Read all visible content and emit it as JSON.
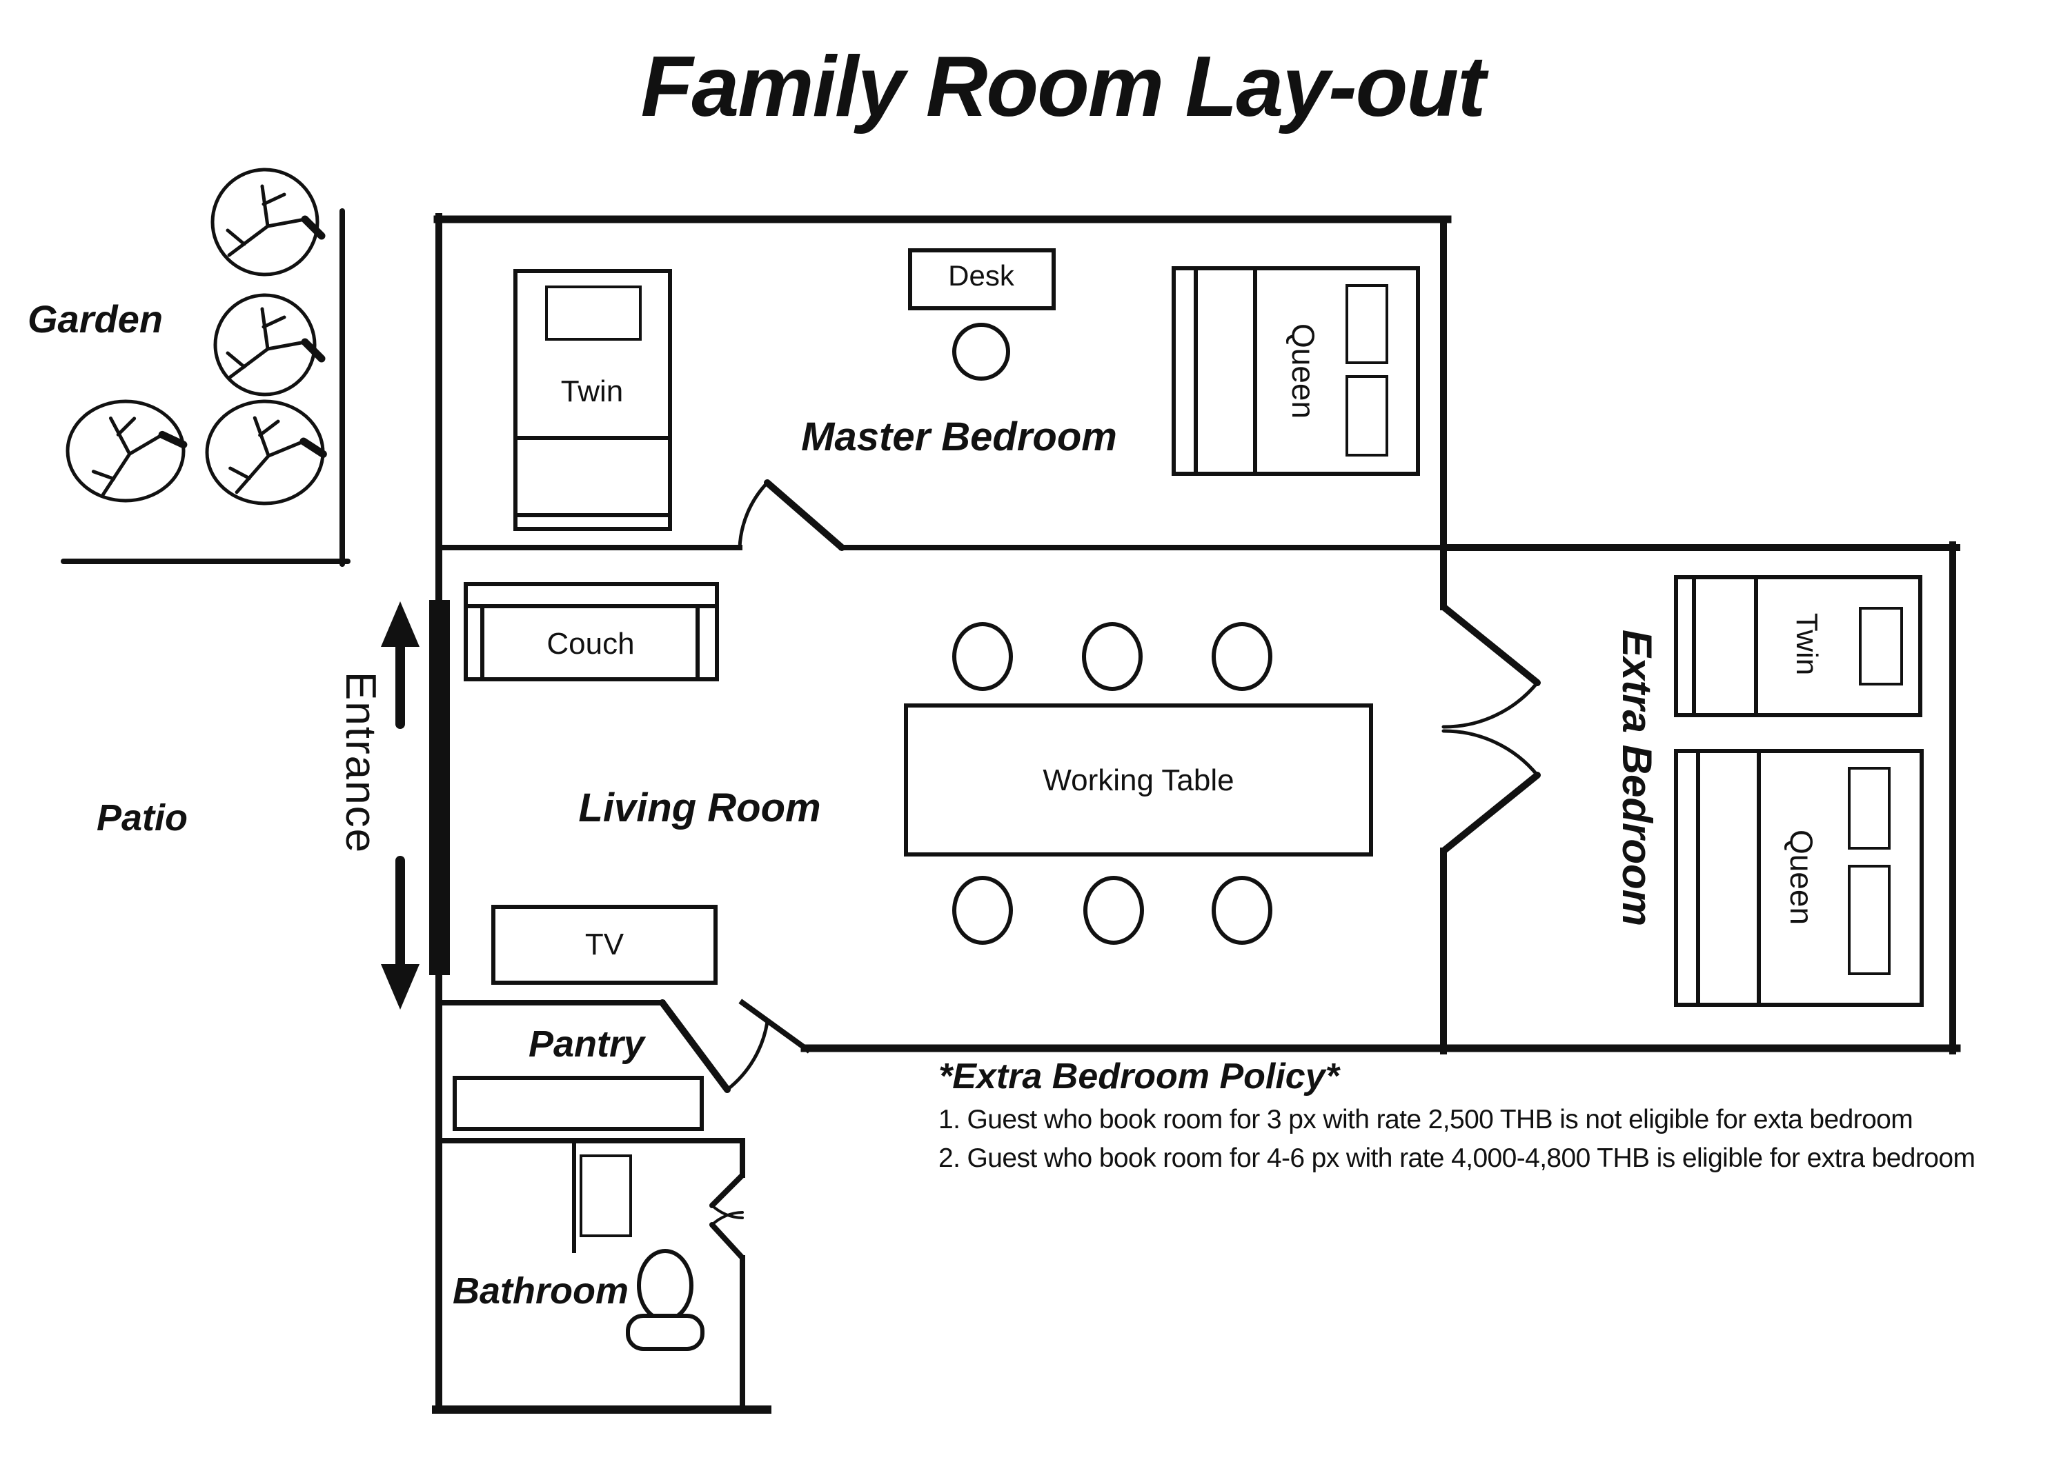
{
  "title": "Family Room Lay-out",
  "outside": {
    "garden": "Garden",
    "patio": "Patio",
    "entrance": "Entrance"
  },
  "master_bedroom": {
    "label": "Master Bedroom",
    "twin_bed": "Twin",
    "desk": "Desk",
    "queen_bed": "Queen"
  },
  "living_room": {
    "label": "Living Room",
    "couch": "Couch",
    "tv": "TV",
    "working_table": "Working Table"
  },
  "extra_bedroom": {
    "label": "Extra Bedroom",
    "twin_bed": "Twin",
    "queen_bed": "Queen"
  },
  "pantry": {
    "label": "Pantry"
  },
  "bathroom": {
    "label": "Bathroom"
  },
  "policy": {
    "title": "*Extra Bedroom Policy*",
    "items": [
      "1. Guest who book room for 3 px with rate 2,500 THB is not eligible for exta bedroom",
      "2. Guest who book room for 4-6 px with rate 4,000-4,800 THB is eligible for extra bedroom"
    ]
  },
  "colors": {
    "line": "#111111",
    "background": "#ffffff"
  }
}
